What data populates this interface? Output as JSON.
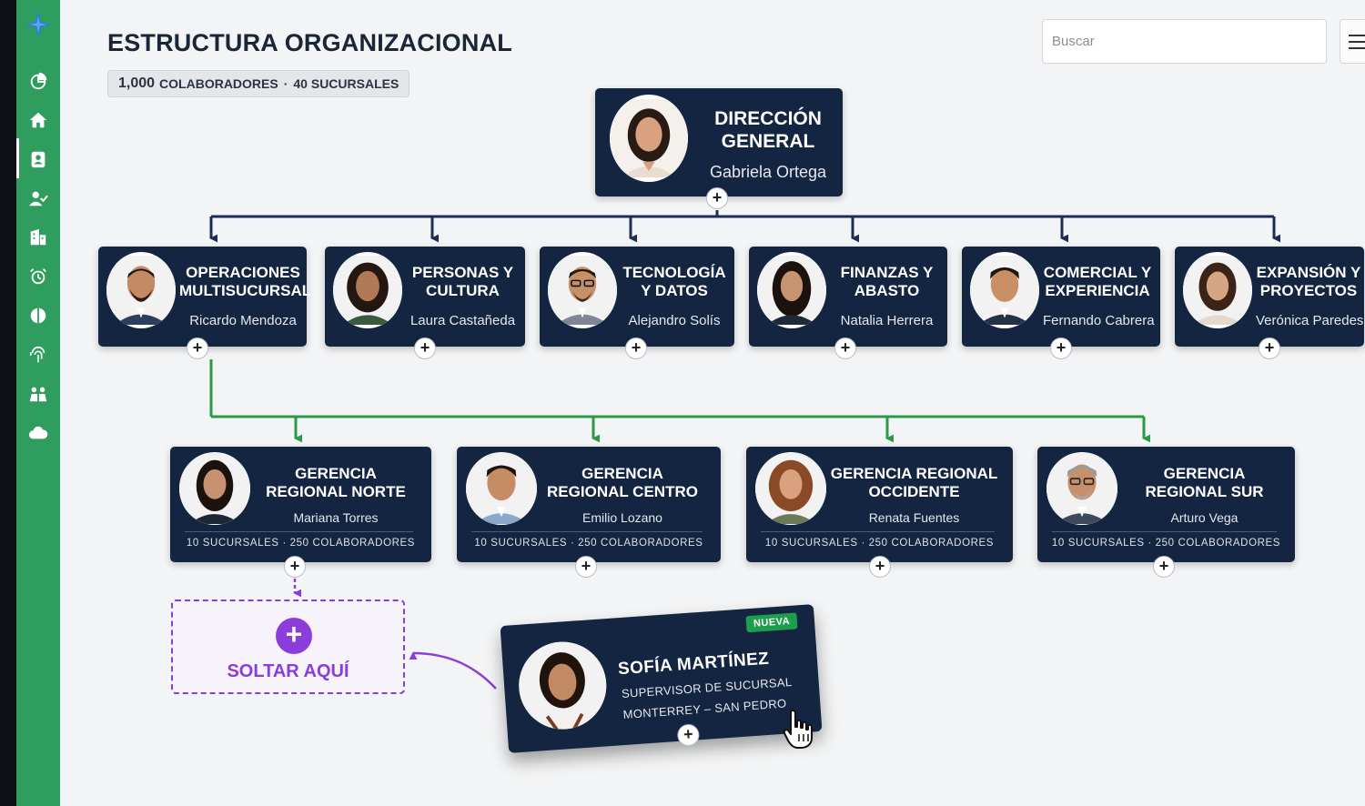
{
  "header": {
    "title": "ESTRUCTURA ORGANIZACIONAL",
    "summary": {
      "collaborators_count": "1,000",
      "collaborators_label": "COLABORADORES",
      "separator": "·",
      "branches_label": "40 SUCURSALES"
    },
    "search_placeholder": "Buscar"
  },
  "sidebar": {
    "items": [
      {
        "icon": "chart-pie-icon"
      },
      {
        "icon": "home-icon"
      },
      {
        "icon": "id-badge-icon",
        "active": true
      },
      {
        "icon": "user-check-icon"
      },
      {
        "icon": "building-icon"
      },
      {
        "icon": "alarm-clock-icon"
      },
      {
        "icon": "half-circle-icon"
      },
      {
        "icon": "fingerprint-icon"
      },
      {
        "icon": "people-group-icon"
      },
      {
        "icon": "cloud-icon"
      }
    ]
  },
  "colors": {
    "card_bg": "#132540",
    "sidebar": "#2e9d5e",
    "connector_primary": "#1c2f52",
    "connector_active": "#2b9a48",
    "drop_accent": "#8a3ddb",
    "badge": "#1d9e4e"
  },
  "org": {
    "root": {
      "title": "DIRECCIÓN GENERAL",
      "name": "Gabriela Ortega",
      "add": "+"
    },
    "departments": [
      {
        "title": "OPERACIONES MULTISUCURSAL",
        "name": "Ricardo Mendoza",
        "add": "+"
      },
      {
        "title": "PERSONAS Y CULTURA",
        "name": "Laura Castañeda",
        "add": "+"
      },
      {
        "title": "TECNOLOGÍA Y DATOS",
        "name": "Alejandro Solís",
        "add": "+"
      },
      {
        "title": "FINANZAS Y ABASTO",
        "name": "Natalia Herrera",
        "add": "+"
      },
      {
        "title": "COMERCIAL Y EXPERIENCIA",
        "name": "Fernando Cabrera",
        "add": "+"
      },
      {
        "title": "EXPANSIÓN Y PROYECTOS",
        "name": "Verónica Paredes",
        "add": "+"
      }
    ],
    "regions": [
      {
        "title": "GERENCIA REGIONAL NORTE",
        "name": "Mariana Torres",
        "stats": "10 SUCURSALES · 250 COLABORADORES",
        "add": "+"
      },
      {
        "title": "GERENCIA REGIONAL CENTRO",
        "name": "Emilio Lozano",
        "stats": "10 SUCURSALES · 250 COLABORADORES",
        "add": "+"
      },
      {
        "title": "GERENCIA REGIONAL OCCIDENTE",
        "name": "Renata Fuentes",
        "stats": "10 SUCURSALES · 250 COLABORADORES",
        "add": "+"
      },
      {
        "title": "GERENCIA REGIONAL SUR",
        "name": "Arturo Vega",
        "stats": "10 SUCURSALES · 250 COLABORADORES",
        "add": "+"
      }
    ]
  },
  "drop_zone": {
    "icon": "+",
    "label": "SOLTAR AQUÍ"
  },
  "dragged_card": {
    "badge": "NUEVA",
    "name": "SOFÍA MARTÍNEZ",
    "role": "SUPERVISOR DE SUCURSAL",
    "location": "MONTERREY – SAN PEDRO",
    "add": "+"
  }
}
